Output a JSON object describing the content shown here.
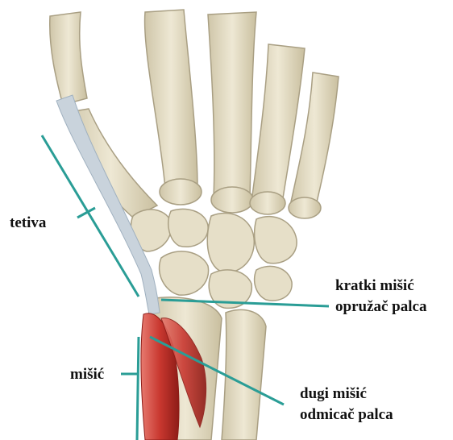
{
  "labels": {
    "tendon": "tetiva",
    "muscle": "mišić",
    "short_extensor_line1": "kratki mišić",
    "short_extensor_line2": "opružač palca",
    "long_abductor_line1": "dugi mišić",
    "long_abductor_line2": "odmicač palca"
  },
  "colors": {
    "leader": "#2a9d96",
    "bone": "#e3dcc4",
    "bone_outline": "#a99f83",
    "cartilage": "#d9e3ee",
    "tendon": "#c9d3dc",
    "muscle": "#c8372f",
    "muscle_dark": "#8d1c17"
  }
}
